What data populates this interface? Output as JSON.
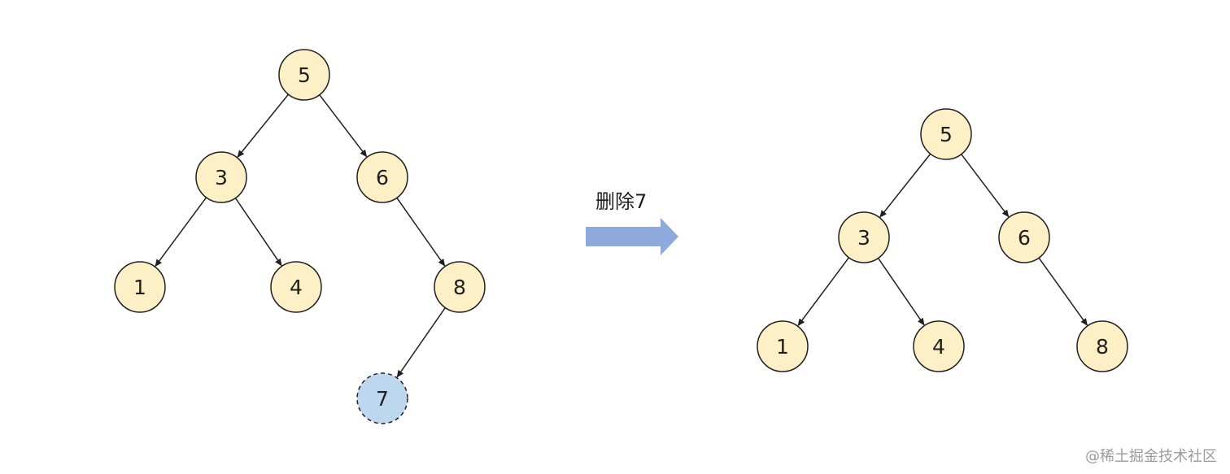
{
  "colors": {
    "node_fill": "#fdefc6",
    "node_stroke": "#1f1f1f",
    "deleted_fill": "#bdd7ee",
    "arrow_fill": "#8ea9db",
    "edge": "#1f1f1f"
  },
  "operation": {
    "label": "删除7"
  },
  "before_tree": {
    "nodes": [
      {
        "id": "b5",
        "value": "5"
      },
      {
        "id": "b3",
        "value": "3"
      },
      {
        "id": "b6",
        "value": "6"
      },
      {
        "id": "b1",
        "value": "1"
      },
      {
        "id": "b4",
        "value": "4"
      },
      {
        "id": "b8",
        "value": "8"
      },
      {
        "id": "b7",
        "value": "7",
        "deleted": true
      }
    ],
    "edges": [
      [
        "b5",
        "b3"
      ],
      [
        "b5",
        "b6"
      ],
      [
        "b3",
        "b1"
      ],
      [
        "b3",
        "b4"
      ],
      [
        "b6",
        "b8"
      ],
      [
        "b8",
        "b7"
      ]
    ]
  },
  "after_tree": {
    "nodes": [
      {
        "id": "a5",
        "value": "5"
      },
      {
        "id": "a3",
        "value": "3"
      },
      {
        "id": "a6",
        "value": "6"
      },
      {
        "id": "a1",
        "value": "1"
      },
      {
        "id": "a4",
        "value": "4"
      },
      {
        "id": "a8",
        "value": "8"
      }
    ],
    "edges": [
      [
        "a5",
        "a3"
      ],
      [
        "a5",
        "a6"
      ],
      [
        "a3",
        "a1"
      ],
      [
        "a3",
        "a4"
      ],
      [
        "a6",
        "a8"
      ]
    ]
  },
  "watermark": "@稀土掘金技术社区"
}
